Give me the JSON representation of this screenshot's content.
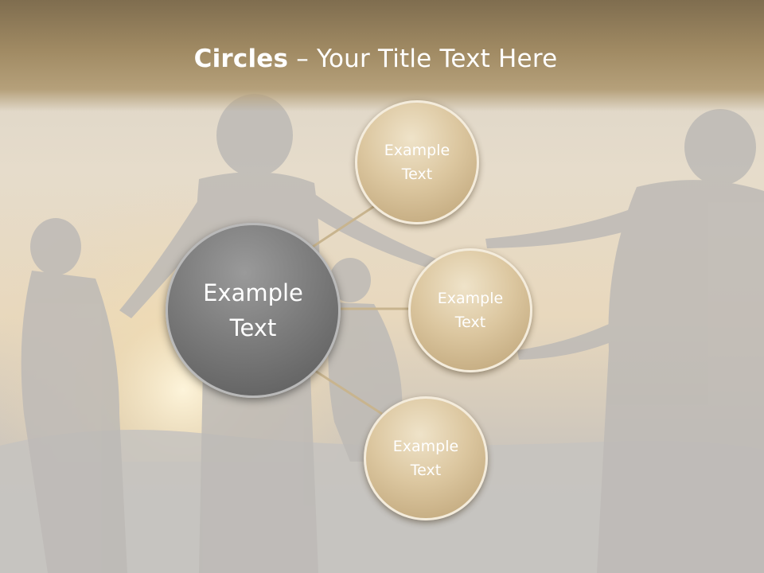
{
  "slide": {
    "title_bold": "Circles",
    "title_rest": " – Your Title Text Here"
  },
  "center_circle": {
    "line1": "Example",
    "line2": "Text"
  },
  "satellites": [
    {
      "line1": "Example",
      "line2": "Text"
    },
    {
      "line1": "Example",
      "line2": "Text"
    },
    {
      "line1": "Example",
      "line2": "Text"
    }
  ],
  "colors": {
    "title_band": "#8f7b58",
    "satellite_fill": "#d8c39b",
    "center_fill": "#6f6f6f",
    "connector": "#c8b48e"
  }
}
